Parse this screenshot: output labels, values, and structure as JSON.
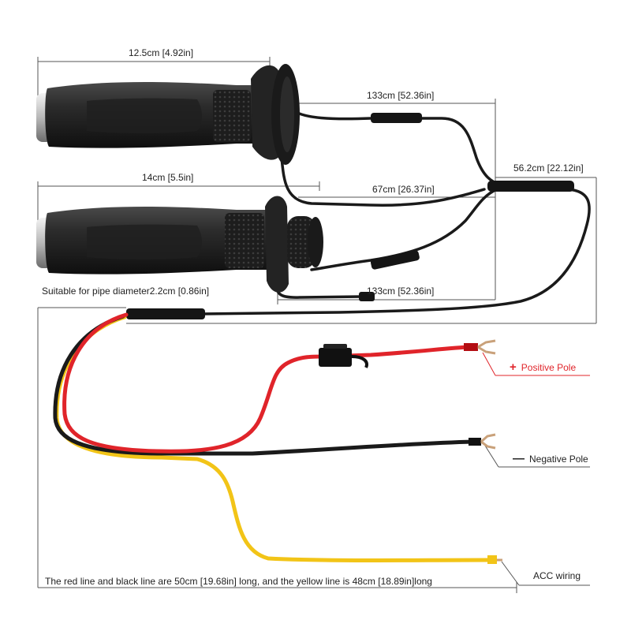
{
  "dimensions": {
    "top_grip_length": "12.5cm [4.92in]",
    "bottom_grip_length": "14cm [5.5in]",
    "top_cable_length": "133cm [52.36in]",
    "middle_cable_length": "67cm [26.37in]",
    "main_cable_length": "56.2cm [22.12in]",
    "bottom_cable_length": "133cm [52.36in]",
    "pipe_diameter": "Suitable for pipe diameter2.2cm [0.86in]"
  },
  "terminals": {
    "positive": {
      "sign": "+",
      "label": "Positive Pole",
      "color": "#e0242a"
    },
    "negative": {
      "sign": "—",
      "label": "Negative Pole",
      "color": "#222222"
    },
    "acc": {
      "label": "ACC wiring",
      "color": "#f2c417"
    }
  },
  "wiring_note": "The red line and black line are 50cm [19.68in] long, and the yellow line is 48cm [18.89in]long",
  "colors": {
    "red_wire": "#e0242a",
    "black_wire": "#1a1a1a",
    "yellow_wire": "#f2c417",
    "dimension_line": "#444444"
  }
}
